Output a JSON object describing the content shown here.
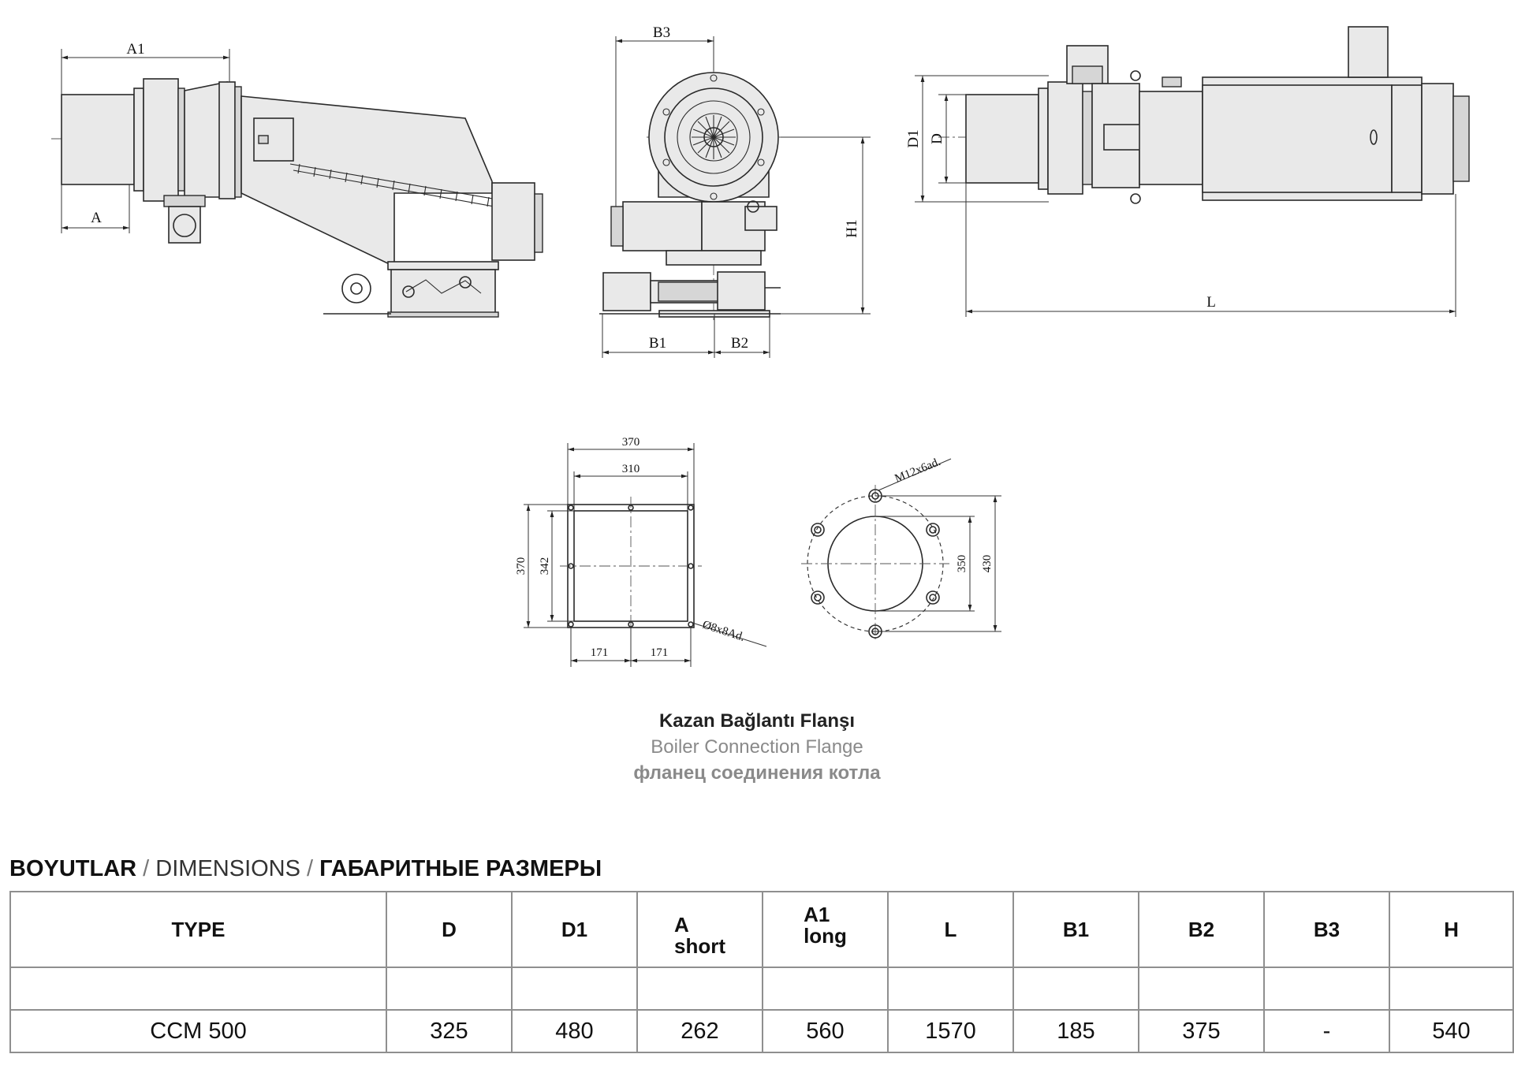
{
  "drawings": {
    "side_view_labels": {
      "A1": "A1",
      "A": "A"
    },
    "front_view_labels": {
      "B3": "B3",
      "B1": "B1",
      "B2": "B2",
      "H1": "H1"
    },
    "top_view_labels": {
      "D1": "D1",
      "D": "D",
      "L": "L"
    },
    "square_flange": {
      "outer_width": "370",
      "inner_width": "310",
      "outer_height": "370",
      "inner_height": "342",
      "half_spacing_left": "171",
      "half_spacing_right": "171",
      "holes_note": "Ø8x8Ad."
    },
    "round_flange": {
      "bolt_note": "M12x6ad.",
      "inner_diameter": "350",
      "outer_diameter": "430"
    }
  },
  "caption": {
    "tr": "Kazan Bağlantı Flanşı",
    "en": "Boiler Connection Flange",
    "ru": "фланец соединения котла"
  },
  "table_title": {
    "tr": "BOYUTLAR",
    "sep1": " / ",
    "en": "DIMENSIONS",
    "sep2": " / ",
    "ru": "ГАБАРИТНЫЕ РАЗМЕРЫ"
  },
  "table": {
    "headers": {
      "type": "TYPE",
      "d": "D",
      "d1": "D1",
      "a_top": "A",
      "a_bottom": "short",
      "a1_top": "A1",
      "a1_bottom": "long",
      "l": "L",
      "b1": "B1",
      "b2": "B2",
      "b3": "B3",
      "h": "H"
    },
    "row": {
      "type": "CCM 500",
      "d": "325",
      "d1": "480",
      "a": "262",
      "a1": "560",
      "l": "1570",
      "b1": "185",
      "b2": "375",
      "b3": "-",
      "h": "540"
    }
  }
}
